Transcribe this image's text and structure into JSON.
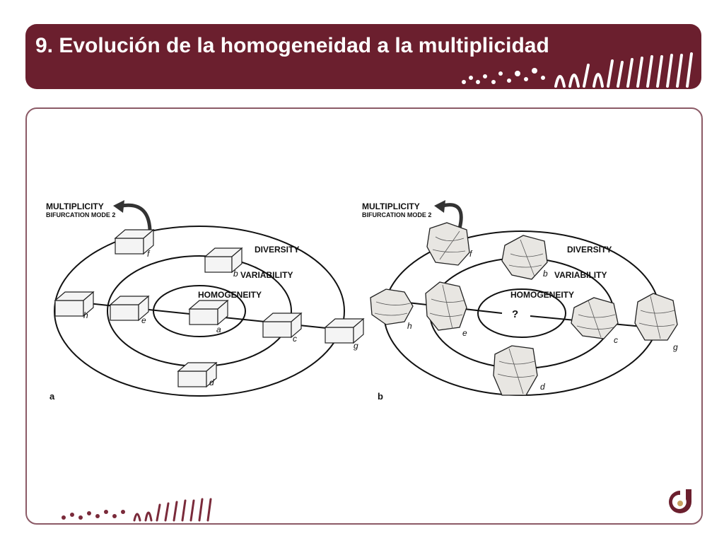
{
  "title": "9. Evolución de la homogeneidad a la multiplicidad",
  "colors": {
    "title_bar": "#6b1f2e",
    "panel_border": "#8b5a66",
    "logo": "#6b1f2e",
    "logo_accent": "#c8a060"
  },
  "icons": {
    "logo": "institution-logo-icon",
    "deco": "paleolithic-art-deco-icon"
  },
  "diagram_a": {
    "panel_label": "a",
    "multiplicity": "MULTIPLICITY",
    "bifurcation": "BIFURCATION MODE 2",
    "ring_outer": "DIVERSITY",
    "ring_middle": "VARIABILITY",
    "ring_inner": "HOMOGENEITY",
    "labels": {
      "a": "a",
      "b": "b",
      "c": "c",
      "d": "d",
      "e": "e",
      "f": "f",
      "g": "g",
      "h": "h"
    }
  },
  "diagram_b": {
    "panel_label": "b",
    "multiplicity": "MULTIPLICITY",
    "bifurcation": "BIFURCATION MODE 2",
    "ring_outer": "DIVERSITY",
    "ring_middle": "VARIABILITY",
    "ring_inner": "HOMOGENEITY",
    "center_mark": "?",
    "labels": {
      "b": "b",
      "c": "c",
      "d": "d",
      "e": "e",
      "f": "f",
      "g": "g",
      "h": "h"
    }
  }
}
